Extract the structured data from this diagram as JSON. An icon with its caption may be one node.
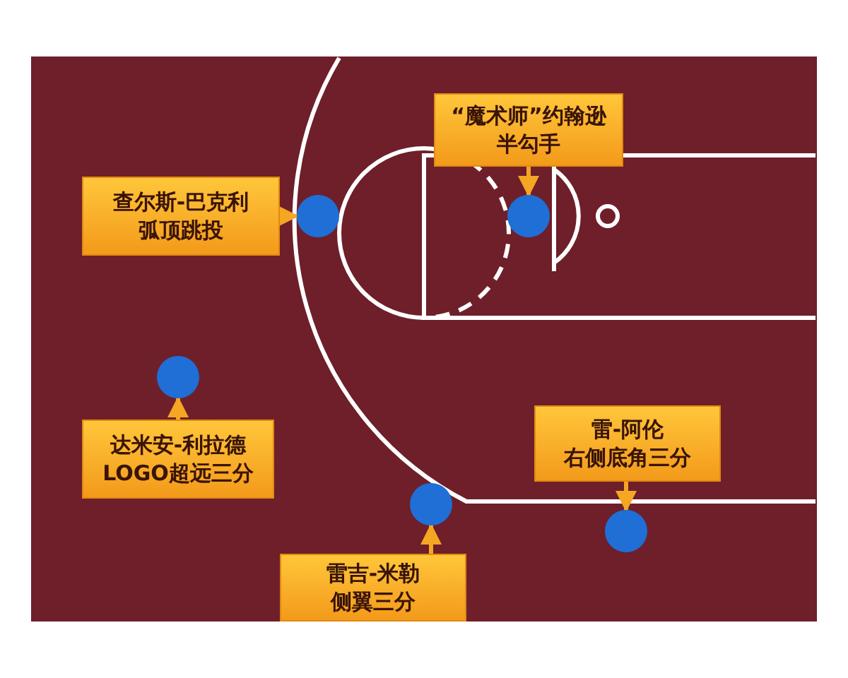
{
  "diagram": {
    "nodes": [
      {
        "text": [
          "“魔术师”约翰逊",
          "半勾手"
        ]
      },
      {
        "text": [
          "查尔斯-巴克利",
          "弧顶跳投"
        ]
      },
      {
        "text": [
          "雷-阿伦",
          "右侧底角三分"
        ]
      },
      {
        "text": [
          "达米安-利拉德",
          "LOGO超远三分"
        ]
      },
      {
        "text": [
          "雷吉-米勒",
          "侧翼三分"
        ]
      },
      {
        "text": [],
        "shape": "circle"
      },
      {
        "text": [],
        "shape": "circle"
      },
      {
        "text": [],
        "shape": "circle"
      },
      {
        "text": [],
        "shape": "circle"
      },
      {
        "text": [],
        "shape": "circle"
      }
    ],
    "edges": [
      {
        "from": 0,
        "to": 8,
        "arrow": "to"
      },
      {
        "from": 1,
        "to": 6,
        "arrow": "to"
      },
      {
        "from": 2,
        "to": 9,
        "arrow": "to"
      },
      {
        "from": 3,
        "to": 5,
        "arrow": "to"
      },
      {
        "from": 4,
        "to": 7,
        "arrow": "to"
      }
    ]
  }
}
